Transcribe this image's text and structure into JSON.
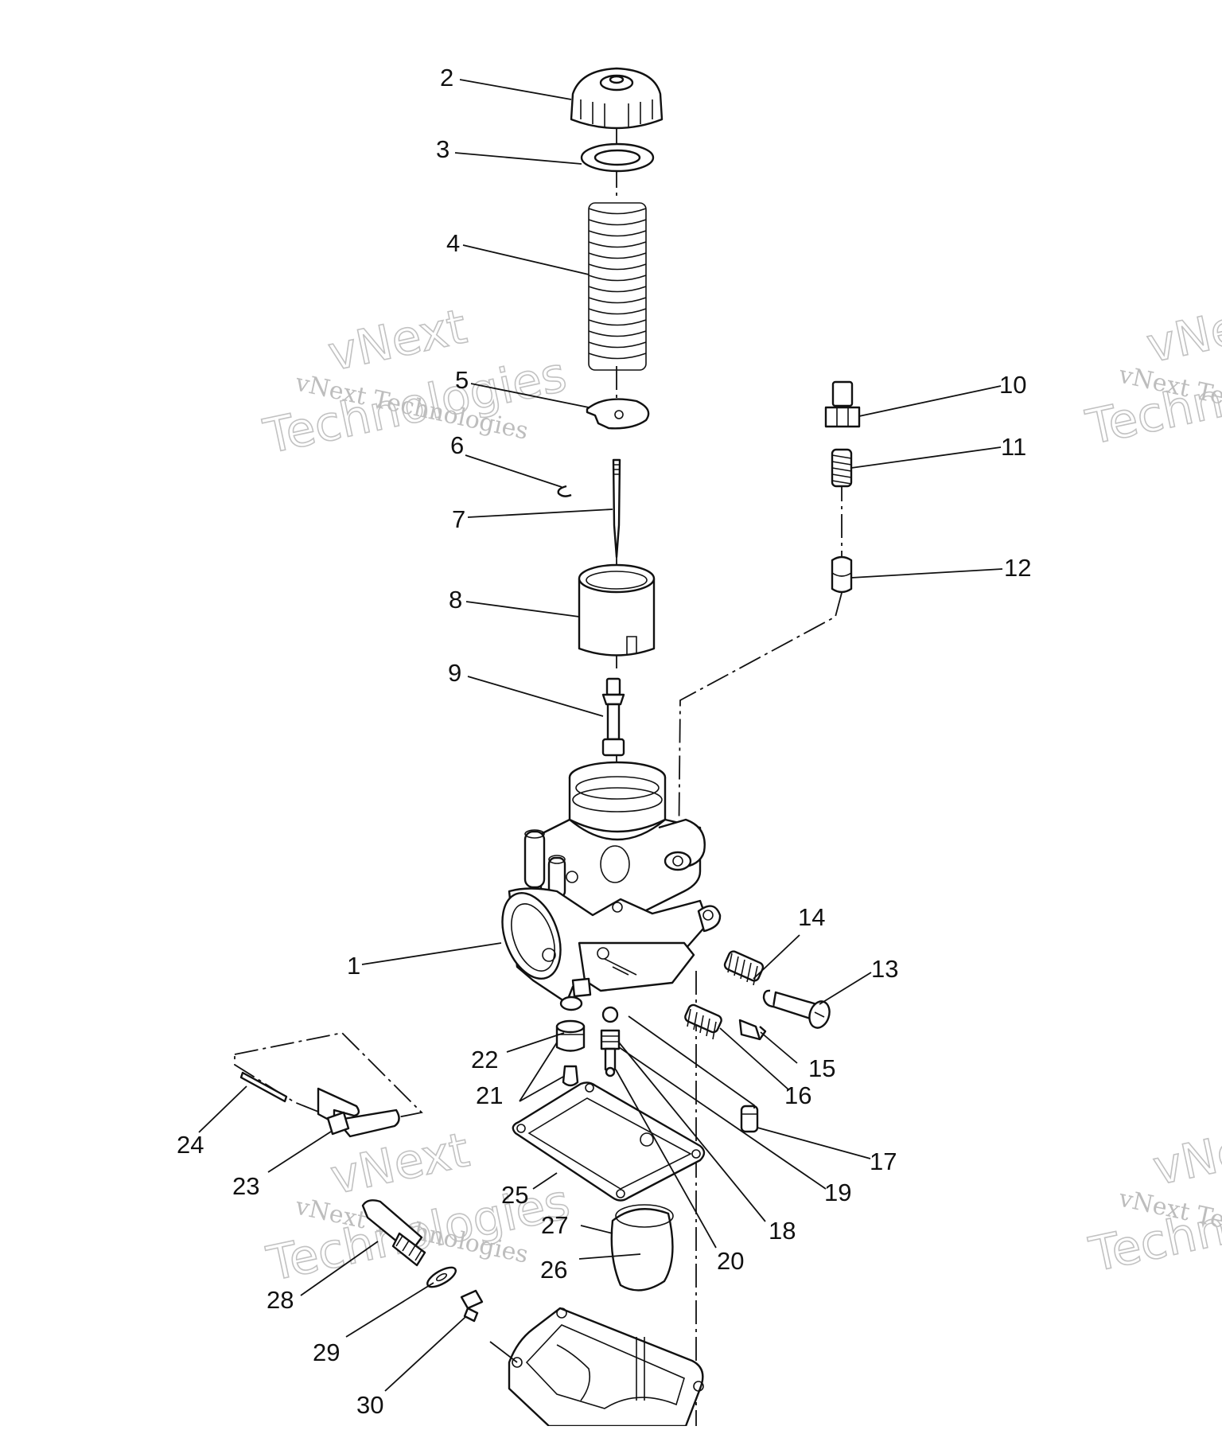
{
  "watermarks": [
    {
      "small": "vNext Technologies",
      "big1": "vNext",
      "big2": "Technologies"
    },
    {
      "small": "vNext Te",
      "big1": "vNe",
      "big2": "Techn"
    },
    {
      "small": "vNext Technologies",
      "big1": "vNext",
      "big2": "Technologies"
    },
    {
      "small": "vNext Te",
      "big1": "vNe",
      "big2": "Techno"
    }
  ],
  "callouts": [
    "1",
    "2",
    "3",
    "4",
    "5",
    "6",
    "7",
    "8",
    "9",
    "10",
    "11",
    "12",
    "13",
    "14",
    "15",
    "16",
    "17",
    "18",
    "19",
    "20",
    "21",
    "22",
    "23",
    "24",
    "25",
    "26",
    "27",
    "28",
    "29",
    "30"
  ]
}
